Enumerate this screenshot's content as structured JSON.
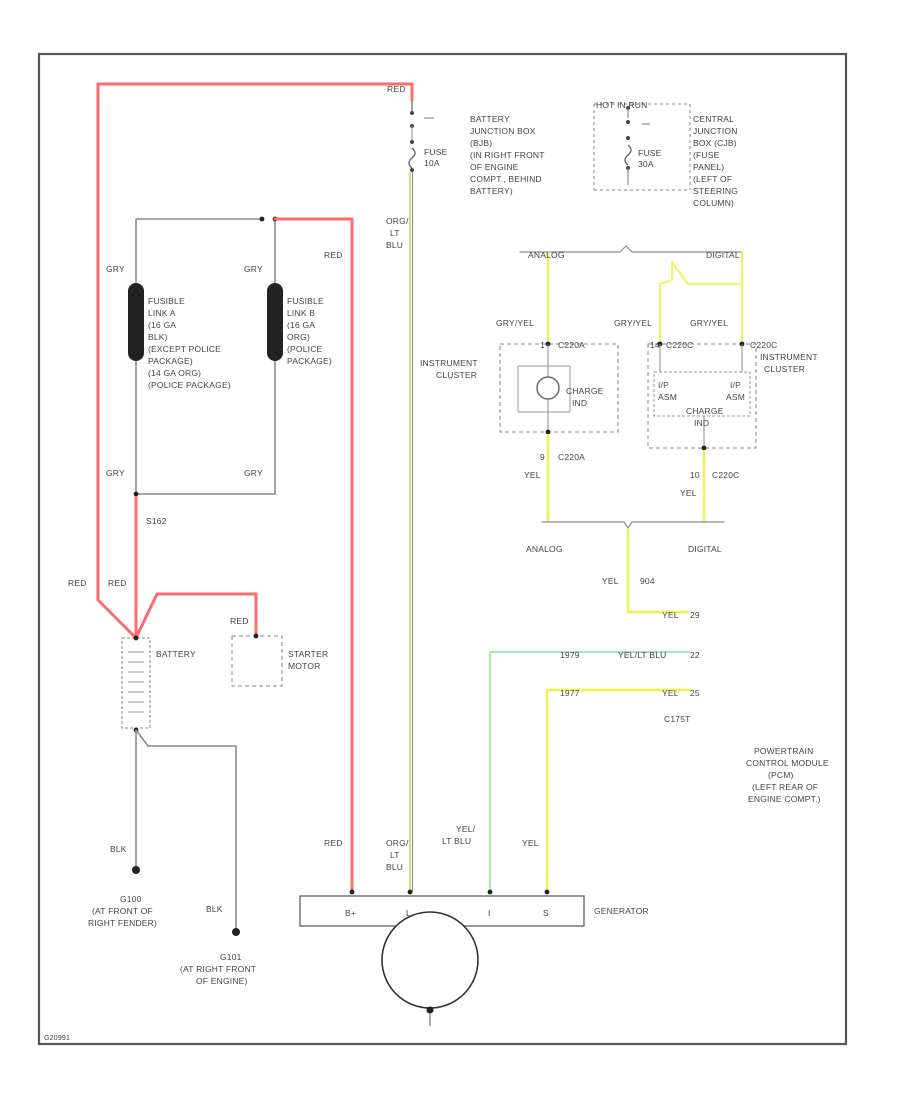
{
  "colors": {
    "red_wire": "#ff6b6b",
    "gray_wire": "#8c8c8c",
    "yellow_wire": "#f2f24c",
    "tan_wire": "#d8d89a",
    "green_wire": "#88e088",
    "black": "#222222",
    "label": "#444444"
  },
  "top": {
    "red_label": "RED",
    "bjb": {
      "lines": [
        "BATTERY",
        "JUNCTION BOX",
        "(BJB)",
        "(IN RIGHT FRONT",
        "OF ENGINE",
        "COMPT., BEHIND",
        "BATTERY)"
      ],
      "fuse": "FUSE",
      "fuse_amp": "10A"
    },
    "cjb": {
      "hot_label": "HOT IN RUN",
      "lines": [
        "CENTRAL",
        "JUNCTION",
        "BOX (CJB)",
        "(FUSE",
        "PANEL)",
        "(LEFT OF",
        "STEERING",
        "COLUMN)"
      ],
      "fuse": "FUSE",
      "fuse_amp": "30A"
    },
    "org_label": [
      "ORG/",
      "LT",
      "BLU"
    ]
  },
  "fusible": {
    "a_lines": [
      "FUSIBLE",
      "LINK A",
      "(16 GA",
      "BLK)",
      "(EXCEPT POLICE",
      "PACKAGE)",
      "(14 GA ORG)",
      "(POLICE PACKAGE)"
    ],
    "b_lines": [
      "FUSIBLE",
      "LINK B",
      "(16 GA",
      "ORG)",
      "(POLICE",
      "PACKAGE)"
    ],
    "gry": "GRY",
    "red": "RED",
    "splice": "S162"
  },
  "battery": {
    "label": "BATTERY",
    "red": "RED",
    "blk": "BLK",
    "g100": [
      "G100",
      "(AT FRONT OF",
      "RIGHT FENDER)"
    ],
    "g101": [
      "G101",
      "(AT RIGHT FRONT",
      "OF ENGINE)"
    ]
  },
  "starter": {
    "label": [
      "STARTER",
      "MOTOR"
    ],
    "red": "RED"
  },
  "cluster": {
    "analog": "ANALOG",
    "digital": "DIGITAL",
    "gry_yel": "GRY/YEL",
    "left_label": [
      "INSTRUMENT",
      "CLUSTER"
    ],
    "right_label": [
      "INSTRUMENT",
      "CLUSTER"
    ],
    "left_conn": "C220A",
    "left_pin_top": "1",
    "left_pin_bot": "9",
    "right_conn": "C220C",
    "right_pin_top": "14",
    "right_pin_bot": "10",
    "charge": [
      "CHARGE",
      "IND"
    ],
    "right_sub": [
      "I/P",
      "ASM"
    ],
    "right_sub2": [
      "I/P",
      "ASM"
    ],
    "charge_b": [
      "CHARGE",
      "IND"
    ],
    "yel": "YEL",
    "circuit": "904"
  },
  "pcm": {
    "rows": [
      {
        "circuit": "904",
        "wire": "YEL",
        "pin": "29"
      },
      {
        "circuit": "1979",
        "wire": "YEL/LT BLU",
        "pin": "22"
      },
      {
        "circuit": "1977",
        "wire": "YEL",
        "pin": "25"
      }
    ],
    "conn": "C175T",
    "lines": [
      "POWERTRAIN",
      "CONTROL MODULE",
      "(PCM)",
      "(LEFT REAR OF",
      "ENGINE COMPT.)"
    ]
  },
  "generator": {
    "label": "GENERATOR",
    "pins": [
      "B+",
      "L",
      "I",
      "S"
    ],
    "wire_red": "RED",
    "wire_org": [
      "ORG/",
      "LT",
      "BLU"
    ],
    "wire_yel_lt": [
      "YEL/",
      "LT BLU"
    ],
    "wire_yel": "YEL"
  },
  "footer": {
    "id": "G20991"
  }
}
